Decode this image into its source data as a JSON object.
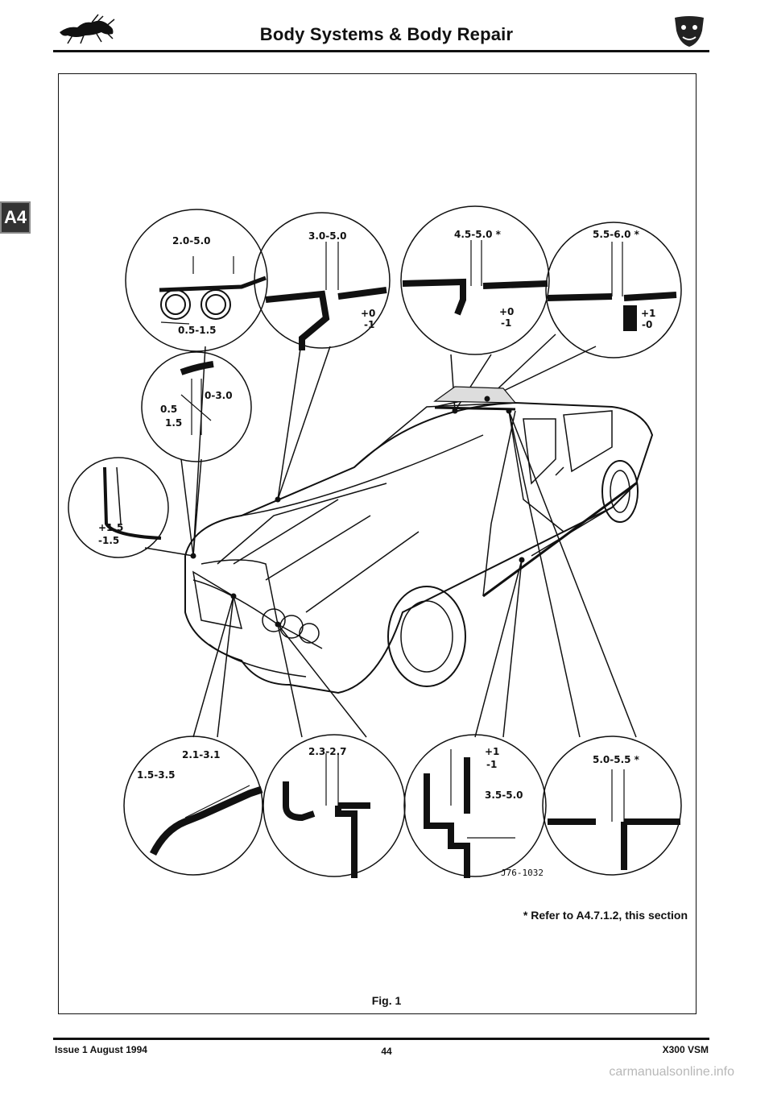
{
  "header": {
    "title": "Body Systems & Body Repair",
    "section_tab": "A4"
  },
  "figure": {
    "labels": {
      "d1": "2.0-5.0",
      "d1b": "0.5-1.5",
      "d2": "0-3.0",
      "d2b": "0.5",
      "d2c": "1.5",
      "d3": "+1.5",
      "d3b": "-1.5",
      "d4": "3.0-5.0",
      "d4b": "+0",
      "d4c": "-1",
      "d5": "4.5-5.0 *",
      "d5b": "+0",
      "d5c": "-1",
      "d6": "5.5-6.0 *",
      "d6b": "+1",
      "d6c": "-0",
      "d7": "2.1-3.1",
      "d7b": "1.5-3.5",
      "d8": "2.3-2.7",
      "d9": "+1",
      "d9b": "-1",
      "d9c": "3.5-5.0",
      "d10": "5.0-5.5 *"
    },
    "ref_code": "J76-1032",
    "note": "* Refer to A4.7.1.2, this section",
    "caption": "Fig. 1"
  },
  "footer": {
    "left": "Issue 1 August 1994",
    "page": "44",
    "right": "X300 VSM"
  },
  "watermark": "carmanualsonline.info"
}
